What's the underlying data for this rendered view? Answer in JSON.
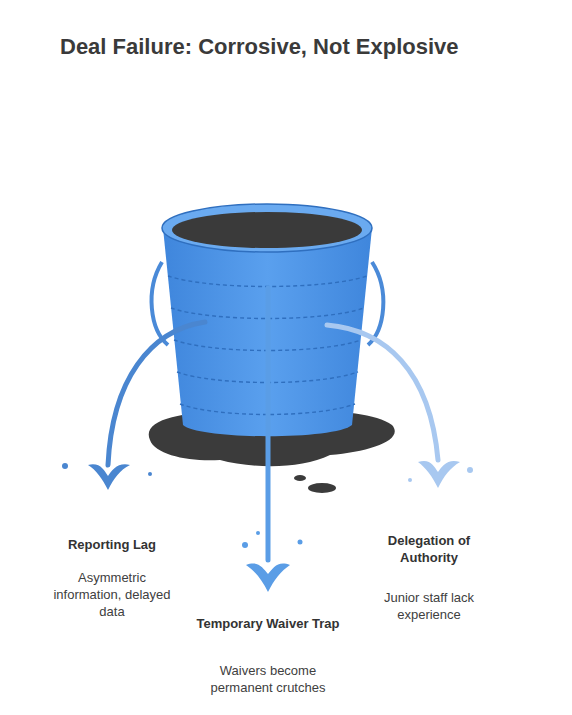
{
  "diagram": {
    "title": "Deal Failure: Corrosive, Not Explosive",
    "labels": [
      "Reporting Lag",
      "Asymmetric information, delayed data",
      "Temporary Waiver Trap",
      "Waivers become permanent crutches",
      "Delegation of Authority",
      "Junior staff lack experience"
    ]
  }
}
